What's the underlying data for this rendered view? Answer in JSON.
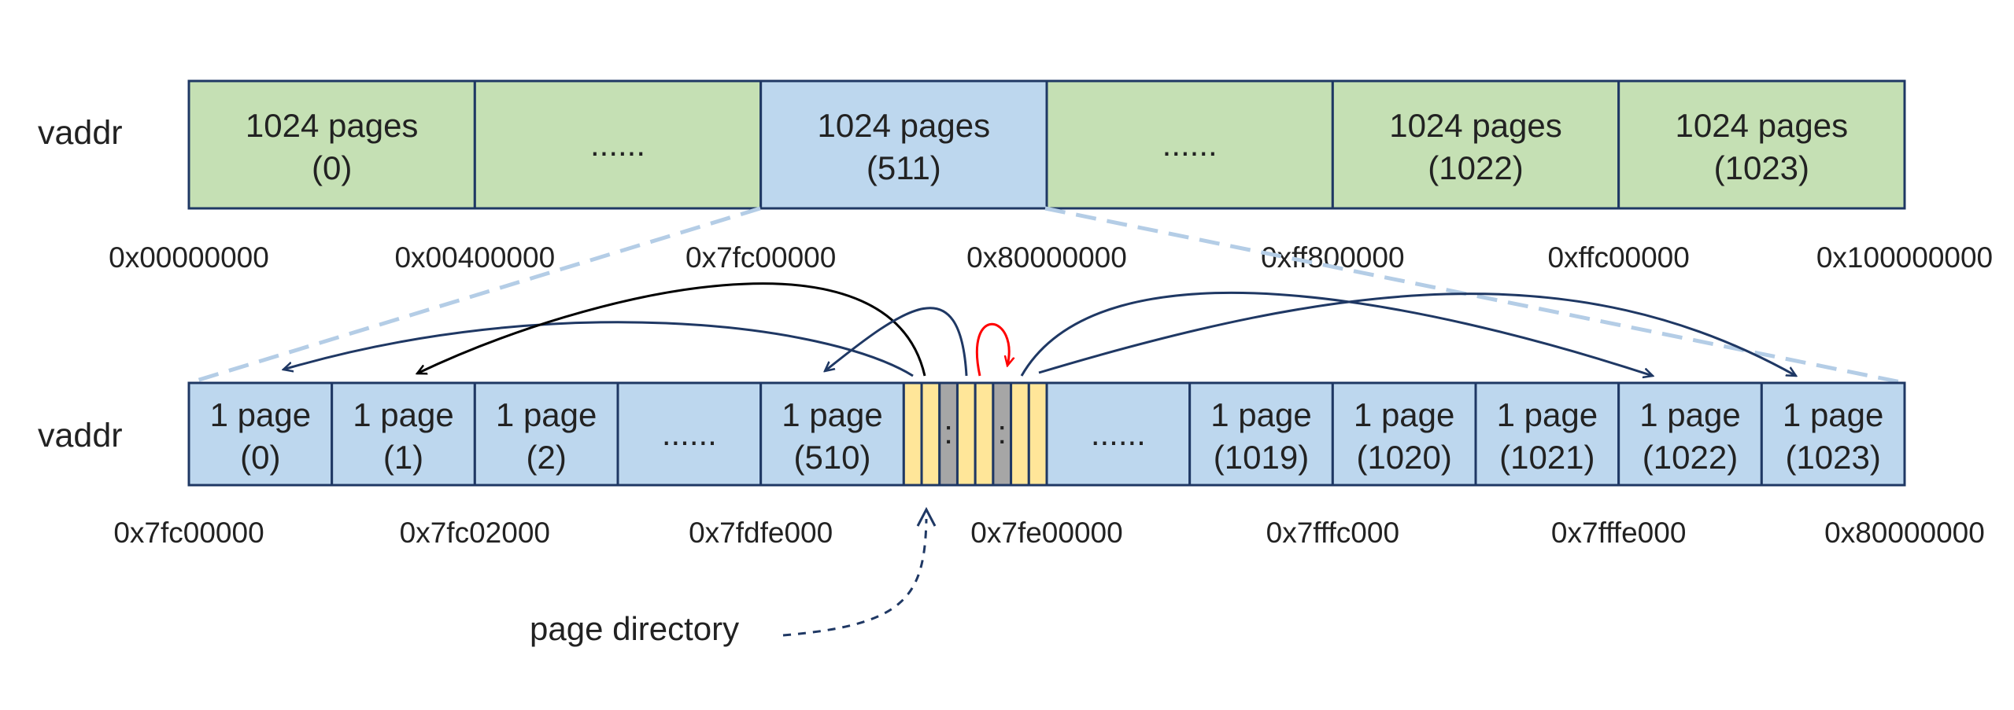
{
  "colors": {
    "green": "#c5e0b4",
    "blue": "#bdd7ee",
    "yellow": "#ffe699",
    "gray": "#a6a6a6",
    "border": "#1f3864",
    "dash": "#b4cde6",
    "arrow_dark": "#1f3864",
    "arrow_black": "#000000",
    "arrow_red": "#ff0000"
  },
  "top_row": {
    "label": "vaddr",
    "blocks": [
      {
        "line1": "1024 pages",
        "line2": "(0)",
        "color": "green"
      },
      {
        "line1": "......",
        "line2": "",
        "color": "green"
      },
      {
        "line1": "1024 pages",
        "line2": "(511)",
        "color": "blue"
      },
      {
        "line1": "......",
        "line2": "",
        "color": "green"
      },
      {
        "line1": "1024 pages",
        "line2": "(1022)",
        "color": "green"
      },
      {
        "line1": "1024 pages",
        "line2": "(1023)",
        "color": "green"
      }
    ],
    "addresses": [
      "0x00000000",
      "0x00400000",
      "0x7fc00000",
      "0x80000000",
      "0xff800000",
      "0xffc00000",
      "0x100000000"
    ]
  },
  "bottom_row": {
    "label": "vaddr",
    "blocks_left": [
      {
        "line1": "1 page",
        "line2": "(0)"
      },
      {
        "line1": "1 page",
        "line2": "(1)"
      },
      {
        "line1": "1 page",
        "line2": "(2)"
      },
      {
        "line1": "......",
        "line2": ""
      },
      {
        "line1": "1 page",
        "line2": "(510)"
      }
    ],
    "blocks_right": [
      {
        "line1": "......",
        "line2": ""
      },
      {
        "line1": "1 page",
        "line2": "(1019)"
      },
      {
        "line1": "1 page",
        "line2": "(1020)"
      },
      {
        "line1": "1 page",
        "line2": "(1021)"
      },
      {
        "line1": "1 page",
        "line2": "(1022)"
      },
      {
        "line1": "1 page",
        "line2": "(1023)"
      }
    ],
    "directory_cells": [
      "yellow",
      "yellow",
      "gray",
      "yellow",
      "yellow",
      "gray",
      "yellow",
      "yellow"
    ],
    "directory_dots": ":",
    "addresses": [
      "0x7fc00000",
      "0x7fc02000",
      "0x7fdfe000",
      "0x7fe00000",
      "0x7fffc000",
      "0x7fffe000",
      "0x80000000"
    ]
  },
  "annotation": {
    "label": "page directory"
  }
}
